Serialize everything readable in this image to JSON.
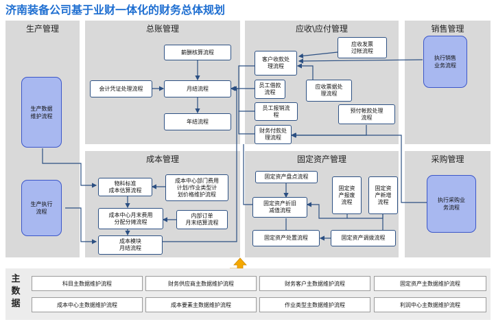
{
  "title": "济南装备公司基于业财一体化的财务总体规划",
  "colors": {
    "title": "#1f6fd1",
    "panel": "#d9d9d9",
    "node_border": "#2b4f82",
    "pill_fill": "#a8b8f0",
    "arrow": "#2b4f82",
    "up_arrow": "#f5a800"
  },
  "panels": {
    "production": "生产管理",
    "general_ledger": "总账管理",
    "ar_ap": "应收\\应付管理",
    "sales": "销售管理",
    "cost": "成本管理",
    "fixed_assets": "固定资产管理",
    "purchase": "采购管理"
  },
  "production": {
    "maintain": "生产数据\n维护流程",
    "execute": "生产执行\n流程"
  },
  "sales": {
    "execute": "执行销售\n业务流程"
  },
  "purchase": {
    "execute": "执行采购业\n务流程"
  },
  "gl": {
    "salary": "薪酬核算流程",
    "voucher": "会计凭证处理流程",
    "monthly_close": "月结流程",
    "annual_close": "年结流程"
  },
  "ar": {
    "ar_receipt": "客户收款处\n理流程",
    "invoice_post": "应收发票\n过帐流程",
    "staff_loan": "员工借款\n流程",
    "receivable_note": "应收票据处\n理流程",
    "staff_reimburse": "员工报销流\n程",
    "prepay": "预付帐款处理\n流程",
    "payment": "财务付款处\n理流程"
  },
  "cost": {
    "material_std": "物料标准\n成本估算流程",
    "dept_cost": "成本中心部门费用\n计划/作业类型计\n划价格维护流程",
    "cc_month_end": "成本中心月末费用\n分配分摊流程",
    "internal_order": "内部订单\n月末结算流程",
    "co_month_end": "成本模块\n月结流程"
  },
  "fa": {
    "inventory": "固定资产盘点流程",
    "scrap": "固定资\n产报废\n流程",
    "add_new": "固定资\n产新增\n流程",
    "depreciation": "固定资产折旧\n减值流程",
    "disposal": "固定资产处置流程",
    "transfer": "固定资产调拨流程"
  },
  "master_data": {
    "label": "主\n数\n据",
    "row1": [
      "科目主数据维护流程",
      "财务供应商主数据维护流程",
      "财务客户主数据维护流程",
      "固定资产主数据维护流程"
    ],
    "row2": [
      "成本中心主数据维护流程",
      "成本要素主数据维护流程",
      "作业类型主数据维护流程",
      "利润中心主数据维护流程"
    ]
  }
}
